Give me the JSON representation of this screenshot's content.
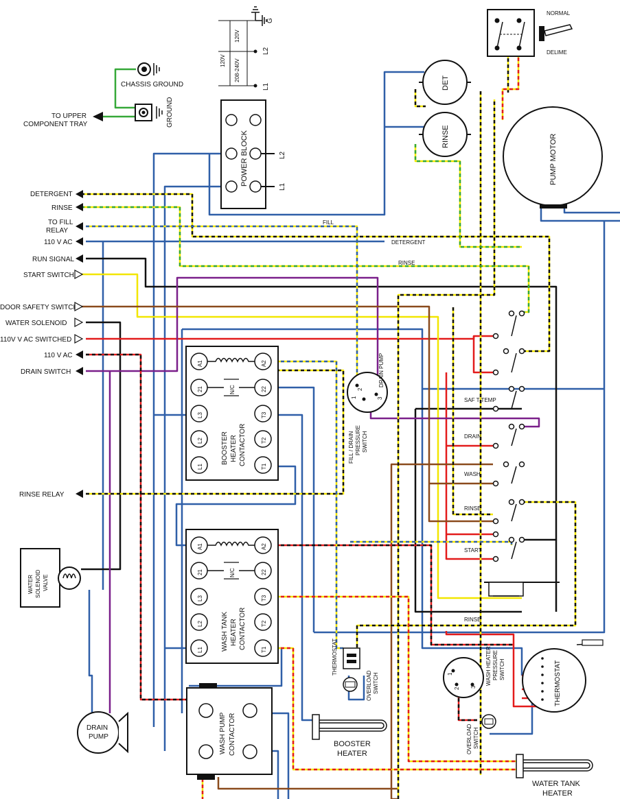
{
  "ground": {
    "chassis_ground": "CHASSIS GROUND",
    "ground": "GROUND",
    "to_upper_tray": [
      "TO UPPER",
      "COMPONENT TRAY"
    ],
    "g": "G"
  },
  "supply": {
    "v120": "120V",
    "v120b": "120V",
    "v208": "208-240V",
    "l1": "L1",
    "l2": "L2"
  },
  "power_block": {
    "label": "POWER BLOCK",
    "l1": "L1",
    "l2": "L2"
  },
  "left_labels": {
    "detergent": "DETERGENT",
    "rinse": "RINSE",
    "to_fill_relay": [
      "TO FILL",
      "RELAY"
    ],
    "v110_ac_1": "110 V AC",
    "run_signal": "RUN SIGNAL",
    "start_switch": "START SWITCH",
    "door_safety": "DOOR SAFETY SWITCH",
    "water_solenoid": "WATER SOLENOID",
    "v110_switched": "110V V AC SWITCHED",
    "v110_ac_2": "110 V AC",
    "drain_switch": "DRAIN SWITCH",
    "rinse_relay": "RINSE RELAY"
  },
  "wire_tags": {
    "fill": "FILL",
    "detergent": "DETERGENT",
    "rinse": "RINSE",
    "rinse_bottom": "RINSE"
  },
  "top_right": {
    "normal": "NORMAL",
    "delime": "DELIME",
    "det": "DET",
    "rinse": "RINSE",
    "pump_motor": "PUMP MOTOR"
  },
  "booster_contactor": {
    "label": [
      "BOOSTER",
      "HEATER",
      "CONTACTOR"
    ],
    "left": [
      "A1",
      "21",
      "L3",
      "L2",
      "L1"
    ],
    "right": [
      "A2",
      "22",
      "T3",
      "T2",
      "T1"
    ],
    "nc": "N/C"
  },
  "wash_contactor": {
    "label": [
      "WASH TANK",
      "HEATER",
      "CONTACTOR"
    ],
    "left": [
      "A1",
      "21",
      "L3",
      "L2",
      "L1"
    ],
    "right": [
      "A2",
      "22",
      "T3",
      "T2",
      "T1"
    ],
    "nc": "N/C"
  },
  "pressure_switch": {
    "label": [
      "FILL / DRAIN",
      "PRESSURE",
      "SWITCH"
    ],
    "drain_pump": "DRAIN PUMP",
    "pins": [
      "1",
      "2",
      "3"
    ]
  },
  "switch_labels": {
    "saf_temp": "SAF T TEMP",
    "drain": "DRAIN",
    "wash": "WASH",
    "rinse": "RINSE",
    "start": "START"
  },
  "bottom": {
    "water_solenoid_valve": [
      "WATER",
      "SOLENOID",
      "VALVE"
    ],
    "thermostat": "THERMOSTAT",
    "overload_switch": [
      "OVERLOAD",
      "SWITCH"
    ],
    "drain_pump": [
      "DRAIN",
      "PUMP"
    ],
    "wash_pump_contactor": [
      "WASH PUMP",
      "CONTACTOR"
    ],
    "booster_heater": [
      "BOOSTER",
      "HEATER"
    ],
    "wash_heater_ps": [
      "WASH HEATER",
      "PRESSURE",
      "SWITCH"
    ],
    "ps_pins": [
      "1",
      "2",
      "3"
    ],
    "overload_switch_2": [
      "OVERLOAD",
      "SWITCH"
    ],
    "thermostat_2": "THERMOSTAT",
    "water_tank_heater": [
      "WATER TANK",
      "HEATER"
    ]
  },
  "colors": {
    "black": "#111111",
    "blue": "#2f5fa8",
    "red": "#e31b1b",
    "yellow": "#f2e600",
    "green": "#35a838",
    "purple": "#7a1f8a",
    "brown": "#8a4a1c"
  }
}
